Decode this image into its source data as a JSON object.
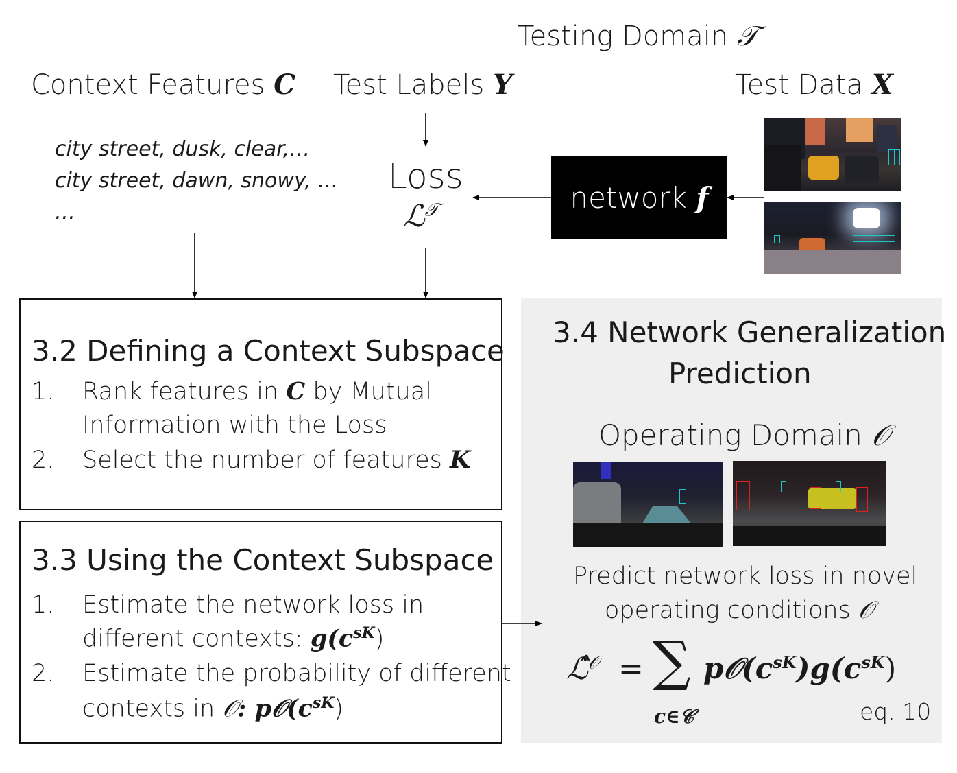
{
  "top": {
    "testing_domain": "Testing Domain",
    "testing_symbol": "𝒯",
    "context_features": "Context Features",
    "context_symbol": "C",
    "test_labels": "Test Labels",
    "labels_symbol": "Y",
    "test_data": "Test Data",
    "data_symbol": "X"
  },
  "contexts": [
    "city street, dusk, clear,…",
    "city street, dawn, snowy, …",
    "…"
  ],
  "loss": {
    "label": "Loss",
    "symbol": "ℒ",
    "sup": "𝒯"
  },
  "network": {
    "label": "network",
    "symbol": "f"
  },
  "section32": {
    "title": "3.2 Defining a Context Subspace",
    "items": [
      {
        "num": "1.",
        "line1": "Rank features in",
        "sym": "C",
        "line1b": "by Mutual",
        "line2": "Information with the Loss"
      },
      {
        "num": "2.",
        "line1": "Select the number of features",
        "sym": "K"
      }
    ]
  },
  "section33": {
    "title": "3.3 Using the Context Subspace",
    "items": [
      {
        "num": "1.",
        "line1": "Estimate the network loss in",
        "line2": "different contexts:",
        "formula": "g(𝒄",
        "sup": "sK",
        "close": ")"
      },
      {
        "num": "2.",
        "line1": "Estimate the probability of different",
        "line2": "contexts in",
        "sym": "𝒪",
        "formula": ": p𝒪(𝒄",
        "sup": "sK",
        "close": ")"
      }
    ]
  },
  "section34": {
    "title_line1": "3.4 Network Generalization",
    "title_line2": "Prediction",
    "operating_domain": "Operating Domain",
    "operating_symbol": "𝒪",
    "predict_line1": "Predict network loss in novel",
    "predict_line2": "operating conditions",
    "predict_symbol": "𝒪",
    "equation_label": "eq. 10",
    "eq_lhs": "ℒ̂",
    "eq_lhs_sup": "𝒪",
    "eq_equals": "=",
    "eq_sum": "∑",
    "eq_sub": "𝒄∈𝒞",
    "eq_rhs": "p𝒪(𝒄",
    "eq_rhs_sup": "sK",
    "eq_rhs2": ")g(𝒄",
    "eq_rhs2_sup": "sK",
    "eq_close": ")"
  },
  "colors": {
    "black": "#000000",
    "panel_gray": "#efefef",
    "bbox_cyan": "#19c8c8",
    "bbox_red": "#e02020"
  }
}
